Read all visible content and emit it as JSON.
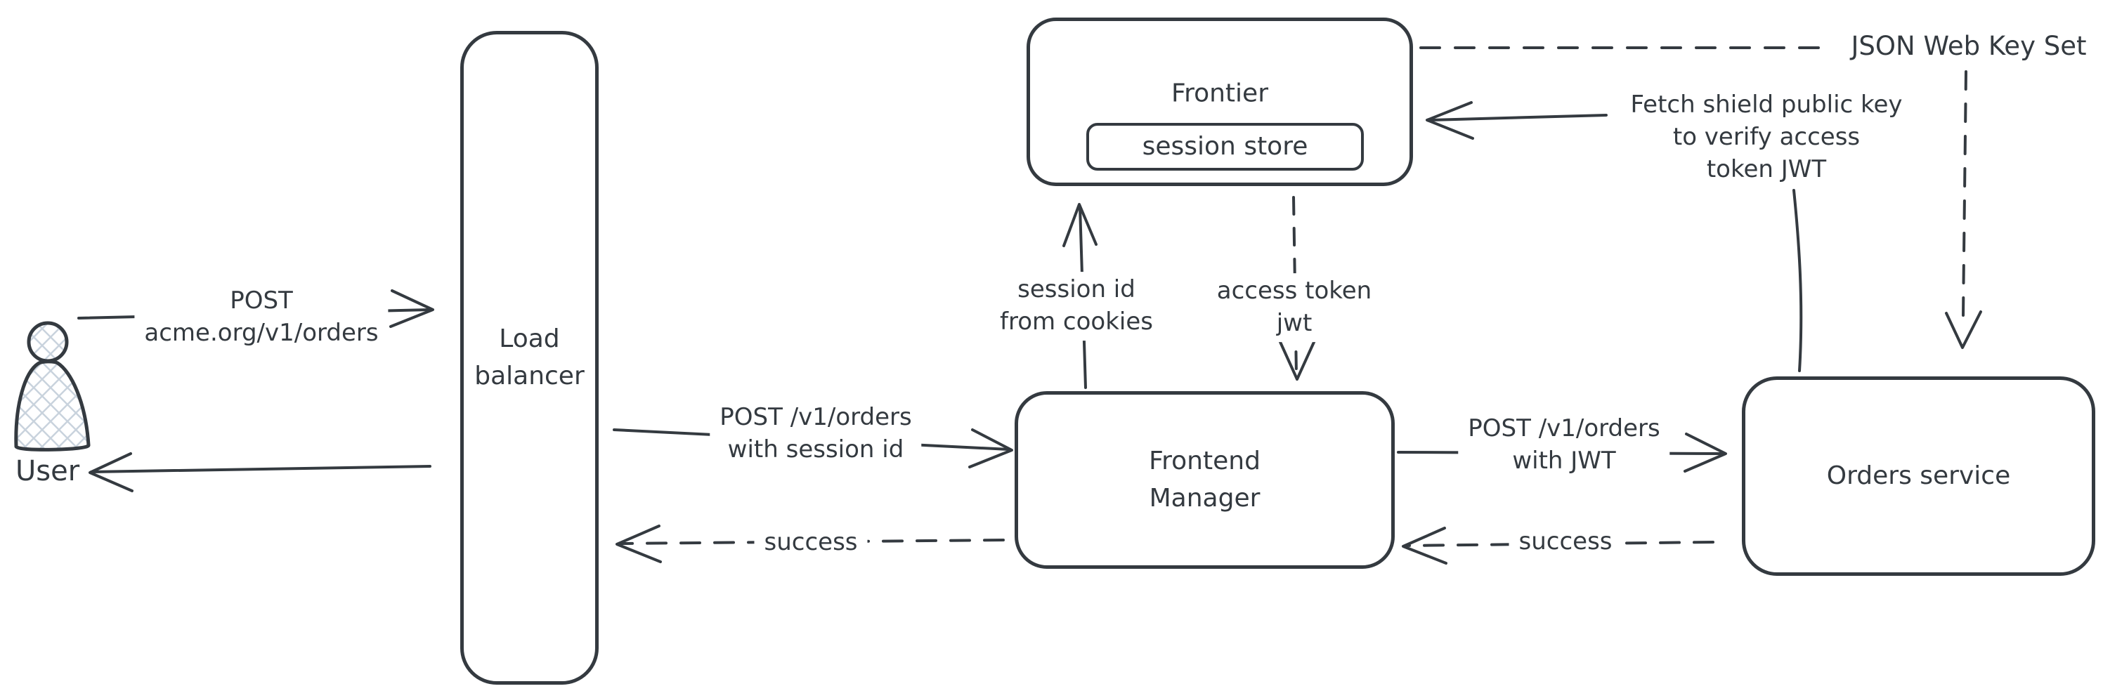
{
  "colors": {
    "stroke": "#343a40",
    "hatch_fill": "#c9d3dd",
    "background": "#ffffff"
  },
  "nodes": {
    "user": {
      "label": "User"
    },
    "load_balancer": {
      "line1": "Load",
      "line2": "balancer"
    },
    "frontier": {
      "label": "Frontier"
    },
    "session_store": {
      "label": "session store"
    },
    "frontend_manager": {
      "line1": "Frontend",
      "line2": "Manager"
    },
    "orders_service": {
      "label": "Orders service"
    }
  },
  "edges": {
    "user_to_lb": {
      "line1": "POST",
      "line2": "acme.org/v1/orders"
    },
    "lb_to_fm": {
      "line1": "POST /v1/orders",
      "line2": "with session id"
    },
    "fm_to_lb": {
      "label": "success"
    },
    "fm_to_frontier": {
      "line1": "session id",
      "line2": "from cookies"
    },
    "frontier_to_fm": {
      "line1": "access token",
      "line2": "jwt"
    },
    "fm_to_orders": {
      "line1": "POST /v1/orders",
      "line2": "with JWT"
    },
    "orders_to_fm": {
      "label": "success"
    },
    "fetch_key": {
      "line1": "Fetch shield public key",
      "line2": "to verify access",
      "line3": "token JWT"
    },
    "jwks": {
      "label": "JSON Web Key Set"
    }
  }
}
